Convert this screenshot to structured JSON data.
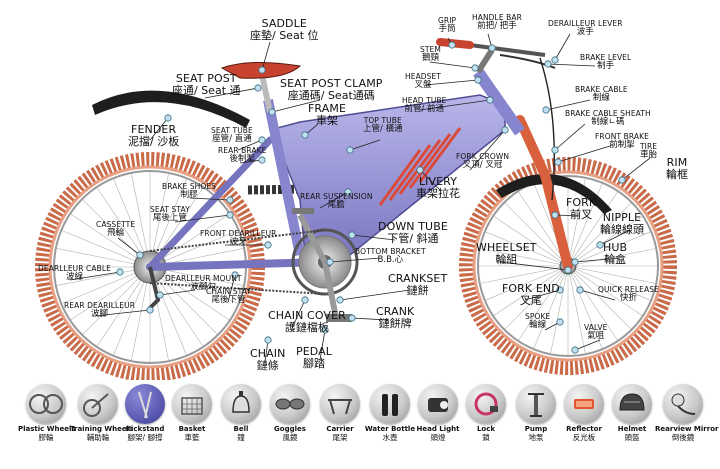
{
  "labels": [
    {
      "id": "saddle",
      "en": "SADDLE",
      "zh": "座墊/ Seat 位",
      "size": "big"
    },
    {
      "id": "seat-post",
      "en": "SEAT POST",
      "zh": "座通/ Seat 通",
      "size": "big"
    },
    {
      "id": "seat-post-clamp",
      "en": "SEAT POST CLAMP",
      "zh": "座通碼/ Seat通碼",
      "size": "big"
    },
    {
      "id": "frame",
      "en": "FRAME",
      "zh": "車架",
      "size": "big"
    },
    {
      "id": "fender",
      "en": "FENDER",
      "zh": "泥擋/ 沙板",
      "size": "big"
    },
    {
      "id": "seat-tube",
      "en": "SEAT TUBE",
      "zh": "座管/ 直通",
      "size": "sm"
    },
    {
      "id": "rear-brake",
      "en": "REAR BRAKE",
      "zh": "後制掣",
      "size": "sm"
    },
    {
      "id": "top-tube",
      "en": "TOP TUBE",
      "zh": "上管/ 橫通",
      "size": "sm"
    },
    {
      "id": "grip",
      "en": "GRIP",
      "zh": "手筒",
      "size": "sm"
    },
    {
      "id": "handle-bar",
      "en": "HANDLE BAR",
      "zh": "前把/ 把手",
      "size": "sm"
    },
    {
      "id": "derailleur-lever",
      "en": "DERAILLEUR LEVER",
      "zh": "波手",
      "size": "sm"
    },
    {
      "id": "stem",
      "en": "STEM",
      "zh": "鵝頸",
      "size": "sm"
    },
    {
      "id": "brake-level",
      "en": "BRAKE LEVEL",
      "zh": "制手",
      "size": "sm"
    },
    {
      "id": "headset",
      "en": "HEADSET",
      "zh": "叉盤",
      "size": "sm"
    },
    {
      "id": "brake-cable",
      "en": "BRAKE CABLE",
      "zh": "制線",
      "size": "sm"
    },
    {
      "id": "head-tube",
      "en": "HEAD TUBE",
      "zh": "前管/ 前通",
      "size": "sm"
    },
    {
      "id": "brake-cable-sheath",
      "en": "BRAKE CABLE SHEATH",
      "zh": "制線ㄴ碼",
      "size": "sm"
    },
    {
      "id": "front-brake",
      "en": "FRONT BRAKE",
      "zh": "前制掣",
      "size": "sm"
    },
    {
      "id": "tire",
      "en": "TIRE",
      "zh": "車胎",
      "size": "sm"
    },
    {
      "id": "rim",
      "en": "RIM",
      "zh": "輪框",
      "size": "big"
    },
    {
      "id": "fork-crown",
      "en": "FORK CROWN",
      "zh": "叉頂/ 叉冠",
      "size": "sm"
    },
    {
      "id": "livery",
      "en": "LIVERY",
      "zh": "車架拉花",
      "size": "big"
    },
    {
      "id": "fork",
      "en": "FORK",
      "zh": "前叉",
      "size": "big"
    },
    {
      "id": "nipple",
      "en": "NIPPLE",
      "zh": "輪線線頭",
      "size": "big"
    },
    {
      "id": "brake-shoes",
      "en": "BRAKE SHOES",
      "zh": "制膠",
      "size": "sm"
    },
    {
      "id": "rear-suspension",
      "en": "REAR SUSPENSION",
      "zh": "尾膽",
      "size": "sm"
    },
    {
      "id": "cassette",
      "en": "CASSETTE",
      "zh": "飛輪",
      "size": "sm"
    },
    {
      "id": "seat-stay",
      "en": "SEAT STAY",
      "zh": "尾後上管",
      "size": "sm"
    },
    {
      "id": "front-derailleur",
      "en": "FRONT DEARILLEUR",
      "zh": "波牙",
      "size": "sm"
    },
    {
      "id": "down-tube",
      "en": "DOWN TUBE",
      "zh": "下管/ 斜通",
      "size": "big"
    },
    {
      "id": "bottom-bracket",
      "en": "BOTTOM BRACKET",
      "zh": "B.B.心",
      "size": "sm"
    },
    {
      "id": "wheelset",
      "en": "WHEELSET",
      "zh": "輪組",
      "size": "big"
    },
    {
      "id": "hub",
      "en": "HUB",
      "zh": "輪盒",
      "size": "big"
    },
    {
      "id": "derailleur-cable",
      "en": "DEARLLEUR CABLE",
      "zh": "波線",
      "size": "sm"
    },
    {
      "id": "derailleur-mount",
      "en": "DEARLLEUR MOUNT",
      "zh": "波腳勾",
      "size": "sm"
    },
    {
      "id": "chain-stay",
      "en": "CHAIN STAY",
      "zh": "尾後下管",
      "size": "sm"
    },
    {
      "id": "crankset",
      "en": "CRANKSET",
      "zh": "鏈餅",
      "size": "big"
    },
    {
      "id": "fork-end",
      "en": "FORK END",
      "zh": "叉尾",
      "size": "big"
    },
    {
      "id": "quick-release",
      "en": "QUICK RELEASE",
      "zh": "快折",
      "size": "sm"
    },
    {
      "id": "rear-derailleur",
      "en": "REAR DEARILLEUR",
      "zh": "波腳",
      "size": "sm"
    },
    {
      "id": "chain-cover",
      "en": "CHAIN COVER",
      "zh": "護鏈檔板",
      "size": "big"
    },
    {
      "id": "crank",
      "en": "CRANK",
      "zh": "鏈餅牌",
      "size": "big"
    },
    {
      "id": "spoke",
      "en": "SPOKE",
      "zh": "輪線",
      "size": "sm"
    },
    {
      "id": "valve",
      "en": "VALVE",
      "zh": "氣咀",
      "size": "sm"
    },
    {
      "id": "pedal",
      "en": "PEDAL",
      "zh": "腳踏",
      "size": "big"
    },
    {
      "id": "chain",
      "en": "CHAIN",
      "zh": "鏈條",
      "size": "big"
    }
  ],
  "accessories": [
    {
      "id": "plastic-wheels",
      "en": "Plastic Wheels",
      "zh": "膠輪",
      "icon": "plastic-wheels-icon"
    },
    {
      "id": "training-wheels",
      "en": "Training Wheels",
      "zh": "輔助輪",
      "icon": "training-wheels-icon"
    },
    {
      "id": "kickstand",
      "en": "Kickstand",
      "zh": "腳架/ 腳撐",
      "icon": "kickstand-icon"
    },
    {
      "id": "basket",
      "en": "Basket",
      "zh": "車籃",
      "icon": "basket-icon"
    },
    {
      "id": "bell",
      "en": "Bell",
      "zh": "鐘",
      "icon": "bell-icon"
    },
    {
      "id": "goggles",
      "en": "Goggles",
      "zh": "風鏡",
      "icon": "goggles-icon"
    },
    {
      "id": "carrier",
      "en": "Carrier",
      "zh": "尾架",
      "icon": "carrier-icon"
    },
    {
      "id": "water-bottle",
      "en": "Water Bottle",
      "zh": "水壺",
      "icon": "water-bottle-icon"
    },
    {
      "id": "head-light",
      "en": "Head Light",
      "zh": "頭燈",
      "icon": "head-light-icon"
    },
    {
      "id": "lock",
      "en": "Lock",
      "zh": "鎖",
      "icon": "lock-icon"
    },
    {
      "id": "pump",
      "en": "Pump",
      "zh": "地泵",
      "icon": "pump-icon"
    },
    {
      "id": "reflector",
      "en": "Reflector",
      "zh": "反光板",
      "icon": "reflector-icon"
    },
    {
      "id": "helmet",
      "en": "Helmet",
      "zh": "頭盔",
      "icon": "helmet-icon"
    },
    {
      "id": "rearview-mirror",
      "en": "Rearview Mirror",
      "zh": "倒後鏡",
      "icon": "rearview-mirror-icon"
    }
  ],
  "colors": {
    "tire": "#c96a48",
    "tire_inner": "#e7a083",
    "frame": "#9b97d6",
    "frame_dark": "#5c5aa0",
    "fork": "#d9603d",
    "fender": "#1e1e1e",
    "saddle": "#c8432f",
    "dot": "#bfe0ee",
    "leader": "#222222"
  }
}
